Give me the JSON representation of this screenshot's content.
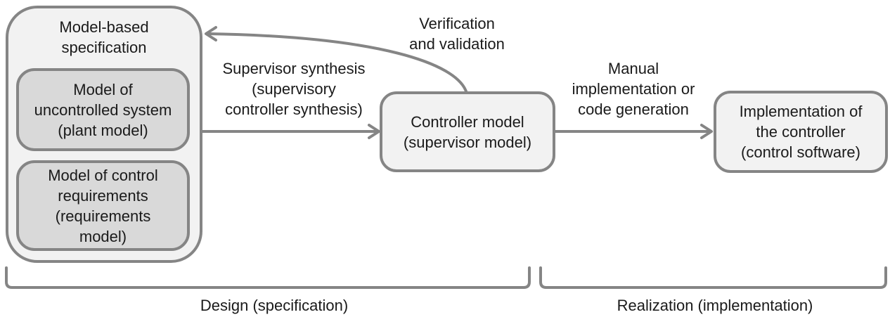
{
  "colors": {
    "box_border": "#858585",
    "arrow": "#858585",
    "outer_box_fill": "#f2f2f2",
    "inner_box_fill": "#d9d9d9",
    "text": "#1a1a1a",
    "background": "#ffffff"
  },
  "boxes": {
    "specification": {
      "title_lines": [
        "Model-based",
        "specification"
      ]
    },
    "plant": {
      "lines": [
        "Model of",
        "uncontrolled system",
        "(plant model)"
      ]
    },
    "requirements": {
      "lines": [
        "Model of control",
        "requirements",
        "(requirements",
        "model)"
      ]
    },
    "controller": {
      "lines": [
        "Controller model",
        "(supervisor model)"
      ]
    },
    "implementation": {
      "lines": [
        "Implementation of",
        "the controller",
        "(control software)"
      ]
    }
  },
  "arrow_labels": {
    "synthesis": {
      "lines": [
        "Supervisor synthesis",
        "(supervisory",
        "controller synthesis)"
      ]
    },
    "verification": {
      "lines": [
        "Verification",
        "and validation"
      ]
    },
    "manual": {
      "lines": [
        "Manual",
        "implementation or",
        "code generation"
      ]
    }
  },
  "phase_labels": {
    "design": "Design (specification)",
    "realization": "Realization (implementation)"
  }
}
